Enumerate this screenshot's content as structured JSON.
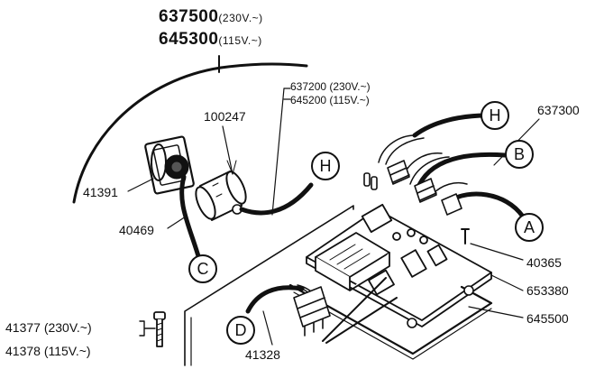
{
  "labels": {
    "main_230": {
      "code": "637500",
      "volt": "(230V.~)"
    },
    "main_115": {
      "code": "645300",
      "volt": "(115V.~)"
    },
    "cable_230": "637200 (230V.~)",
    "cable_115": "645200 (115V.~)",
    "part_100247": "100247",
    "part_637300": "637300",
    "part_41391": "41391",
    "part_40469": "40469",
    "part_40365": "40365",
    "part_653380": "653380",
    "part_645500": "645500",
    "part_41328": "41328",
    "screw_230": "41377 (230V.~)",
    "screw_115": "41378 (115V.~)"
  },
  "connectors": {
    "A": "A",
    "B": "B",
    "C": "C",
    "D": "D",
    "H1": "H",
    "H2": "H"
  }
}
